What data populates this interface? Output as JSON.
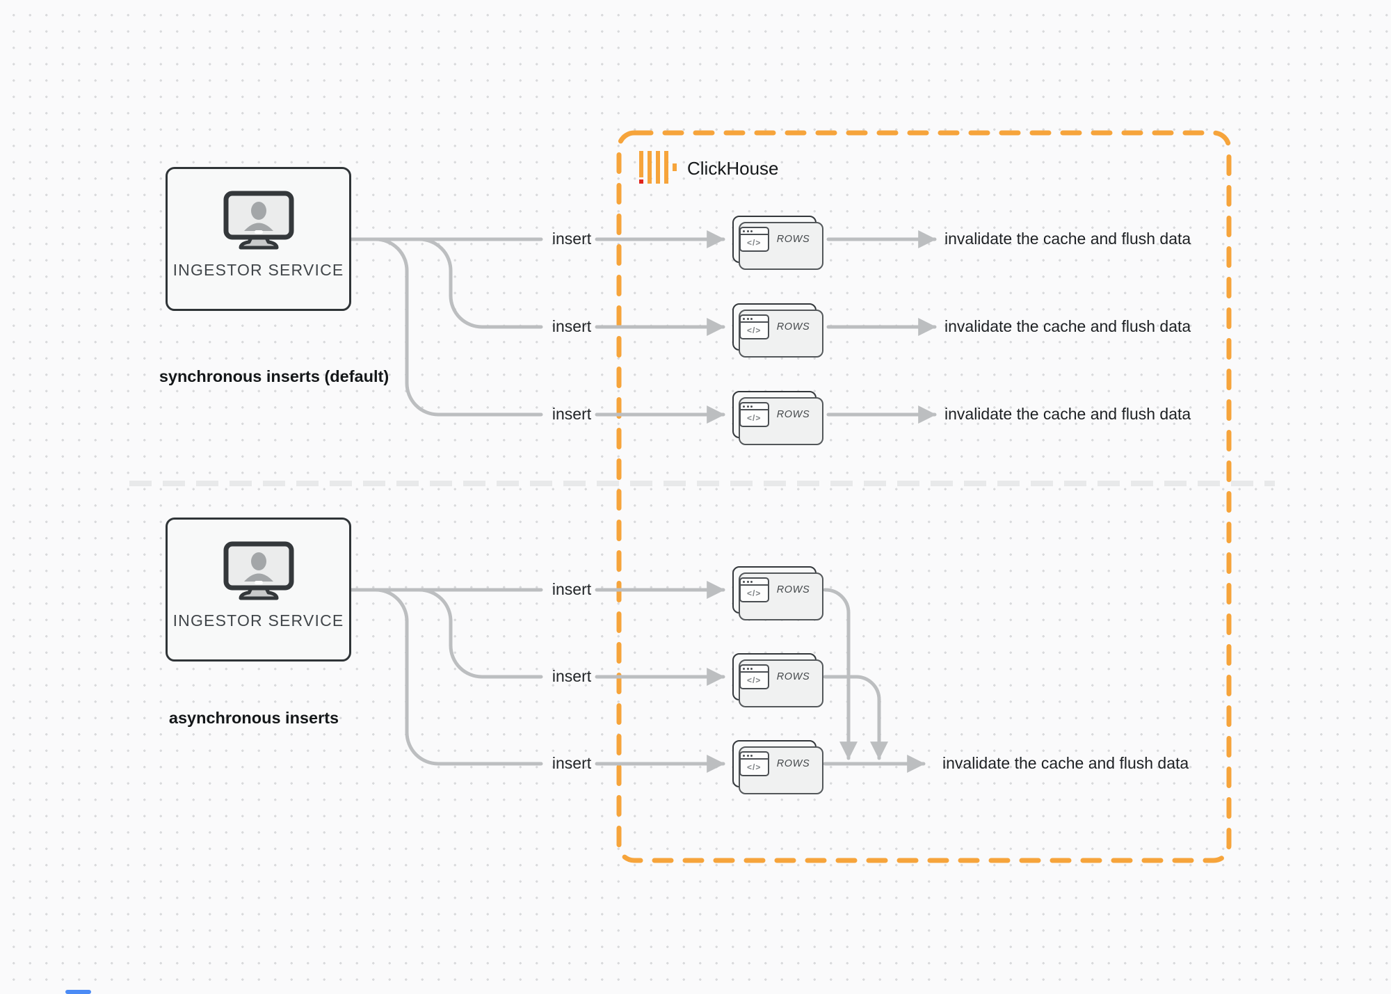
{
  "header": {
    "brand": "ClickHouse"
  },
  "icons": {
    "code_glyph": "</>"
  },
  "colors": {
    "accent_orange": "#F6A43B",
    "logo_red": "#E0241C",
    "connector_gray": "#BCBEC0",
    "border_dark": "#2F3437",
    "divider_gray": "#E8E9EA"
  },
  "sync": {
    "caption": "synchronous inserts (default)",
    "service": "INGESTOR SERVICE",
    "rows": [
      {
        "insert": "insert",
        "card": "ROWS",
        "result": "invalidate the cache and flush data"
      },
      {
        "insert": "insert",
        "card": "ROWS",
        "result": "invalidate the cache and flush data"
      },
      {
        "insert": "insert",
        "card": "ROWS",
        "result": "invalidate the cache and flush data"
      }
    ]
  },
  "async": {
    "caption": "asynchronous inserts",
    "service": "INGESTOR SERVICE",
    "rows": [
      {
        "insert": "insert",
        "card": "ROWS"
      },
      {
        "insert": "insert",
        "card": "ROWS"
      },
      {
        "insert": "insert",
        "card": "ROWS"
      }
    ],
    "result": "invalidate the cache and flush data"
  }
}
